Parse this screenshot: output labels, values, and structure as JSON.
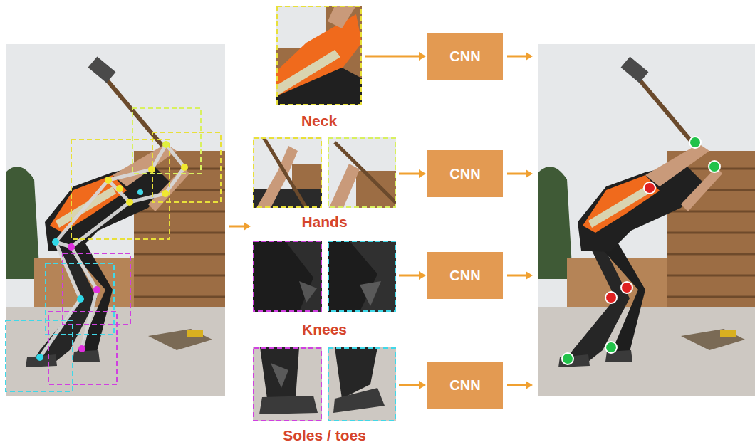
{
  "diagram": {
    "nodes": [
      {
        "text": [
          "Neck"
        ]
      },
      {
        "text": [
          "CNN"
        ]
      },
      {
        "text": [
          "Hands"
        ]
      },
      {
        "text": [
          "CNN"
        ]
      },
      {
        "text": [
          "Knees"
        ]
      },
      {
        "text": [
          "CNN"
        ]
      },
      {
        "text": [
          "Soles / toes"
        ]
      },
      {
        "text": [
          "CNN"
        ]
      }
    ],
    "edges": [
      {
        "from": 0,
        "to": 1,
        "arrow": "to"
      },
      {
        "from": 2,
        "to": 3,
        "arrow": "to"
      },
      {
        "from": 4,
        "to": 5,
        "arrow": "to"
      },
      {
        "from": 6,
        "to": 7,
        "arrow": "to"
      }
    ]
  }
}
